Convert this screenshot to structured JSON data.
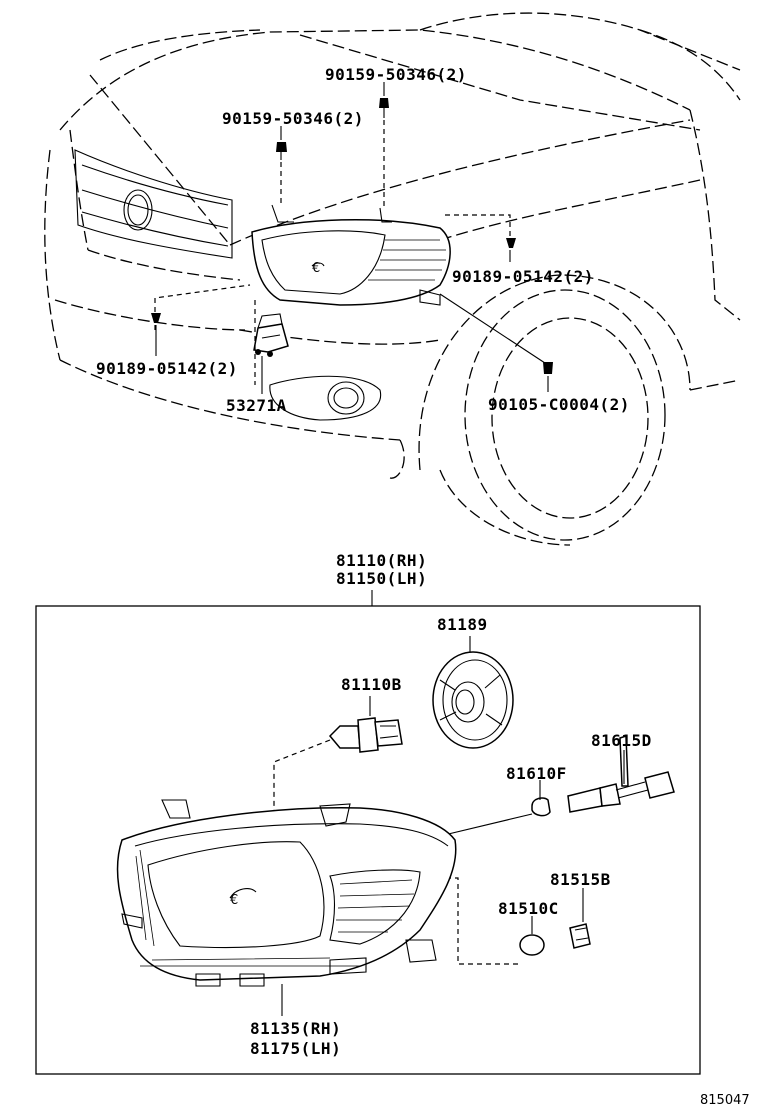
{
  "part_labels": {
    "bolt_top_right": "90159-50346(2)",
    "bolt_top_left": "90159-50346(2)",
    "clip_right": "90189-05142(2)",
    "clip_left": "90189-05142(2)",
    "screw_bumper": "90105-C0004(2)",
    "bracket": "53271A",
    "headlamp_assy_rh": "81110(RH)",
    "headlamp_assy_lh": "81150(LH)",
    "socket_cover": "81189",
    "bulb_main": "81110B",
    "socket_wire": "81615D",
    "bulb_wedge": "81610F",
    "socket_side": "81515B",
    "bulb_side": "81510C",
    "housing_rh": "81135(RH)",
    "housing_lh": "81175(LH)"
  },
  "diagram_id": "815047"
}
